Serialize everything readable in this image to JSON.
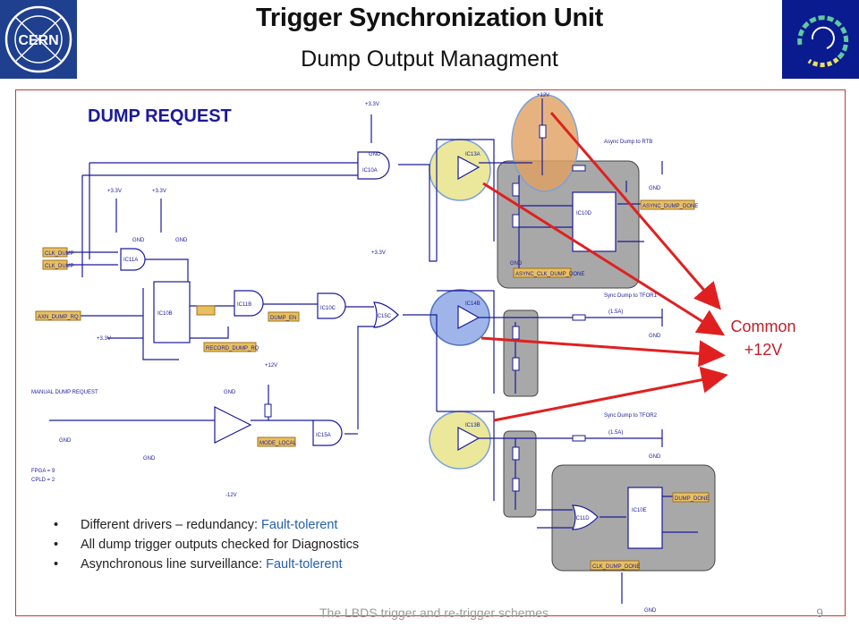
{
  "header": {
    "title": "Trigger Synchronization Unit",
    "subtitle": "Dump Output Managment",
    "left_logo_text": "CERN"
  },
  "schematic": {
    "heading": "DUMP REQUEST",
    "power_labels": [
      "+3.3V",
      "+3.3V",
      "+3.3V",
      "+3.3V",
      "+3.3V",
      "+12V",
      "+12V",
      "-12V"
    ],
    "ground_label": "GND",
    "net_labels": [
      "CLK_DUMP",
      "AXN_DUMP_RQ",
      "RECORD_DUMP_RQ",
      "MODE_LOCAL",
      "ASYNC_CLK_DUMP_DONE",
      "ASYNC_DUMP_DONE",
      "DUMP_DONE",
      "CLK_DUMP_DONE",
      "DUMP_EN"
    ],
    "output_labels": [
      "Async Dump to RTB",
      "Sync Dump to TFOR1",
      "Sync Dump to TFOR2"
    ],
    "ic_labels": [
      "IC10A",
      "IC10B",
      "IC10C",
      "IC11A",
      "IC11B",
      "IC13A",
      "IC14B",
      "IC13B",
      "IC15A",
      "IC11D",
      "IC10D",
      "IC15C",
      "IC10E"
    ],
    "manual_label": "MANUAL DUMP REQUEST",
    "fpga_notes": [
      "FPGA = 9",
      "CPLD = 2"
    ],
    "current_labels": [
      "(1.5A)",
      "(1.5A)"
    ]
  },
  "callout": {
    "line1": "Common",
    "line2": "+12V"
  },
  "bullets": [
    {
      "text": "Different drivers – redundancy: ",
      "highlight": "Fault-tolerent"
    },
    {
      "text": "All dump trigger outputs checked for Diagnostics",
      "highlight": ""
    },
    {
      "text": "Asynchronous line surveillance: ",
      "highlight": "Fault-tolerent"
    }
  ],
  "footer": {
    "text": "The LBDS trigger and re-trigger schemes",
    "page_number": "9"
  },
  "colors": {
    "frame_border": "#c43a3a",
    "arrow": "#e02020",
    "callout_text": "#c0202a",
    "highlight_text": "#2560b0",
    "yellow_highlight": "#e8e48a",
    "orange_highlight": "#e0a060",
    "blue_highlight": "#8ea8e6",
    "gray_box": "#a8a8a8",
    "schematic_wire": "#1a1a9a",
    "net_label_fill": "#e8c060",
    "logo_left_bg": "#1f3f8f",
    "logo_right_bg": "#0a1a8f"
  }
}
